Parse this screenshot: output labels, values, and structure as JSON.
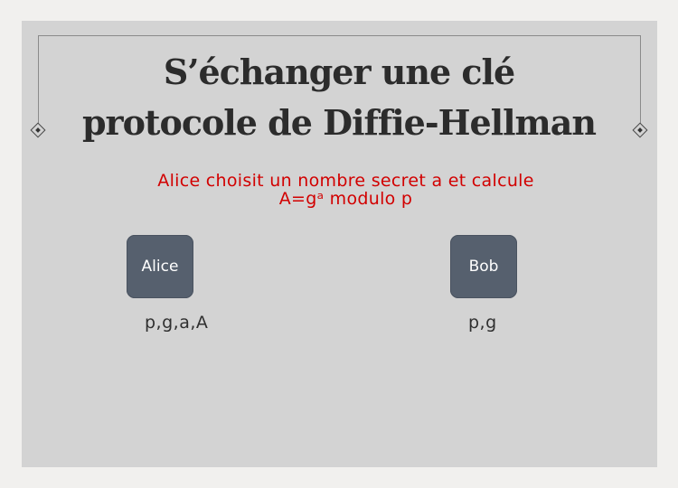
{
  "title": {
    "line1": "S’échanger une clé",
    "line2": "protocole de Diffie-Hellman"
  },
  "caption": {
    "line1": "Alice choisit un nombre secret a et calcule",
    "line2": "A=gᵃ modulo p"
  },
  "parties": [
    {
      "name": "Alice",
      "known_values": "p,g,a,A"
    },
    {
      "name": "Bob",
      "known_values": "p,g"
    }
  ],
  "colors": {
    "caption": "#d20000",
    "box": "#56606e",
    "slide": "#d3d3d3"
  }
}
